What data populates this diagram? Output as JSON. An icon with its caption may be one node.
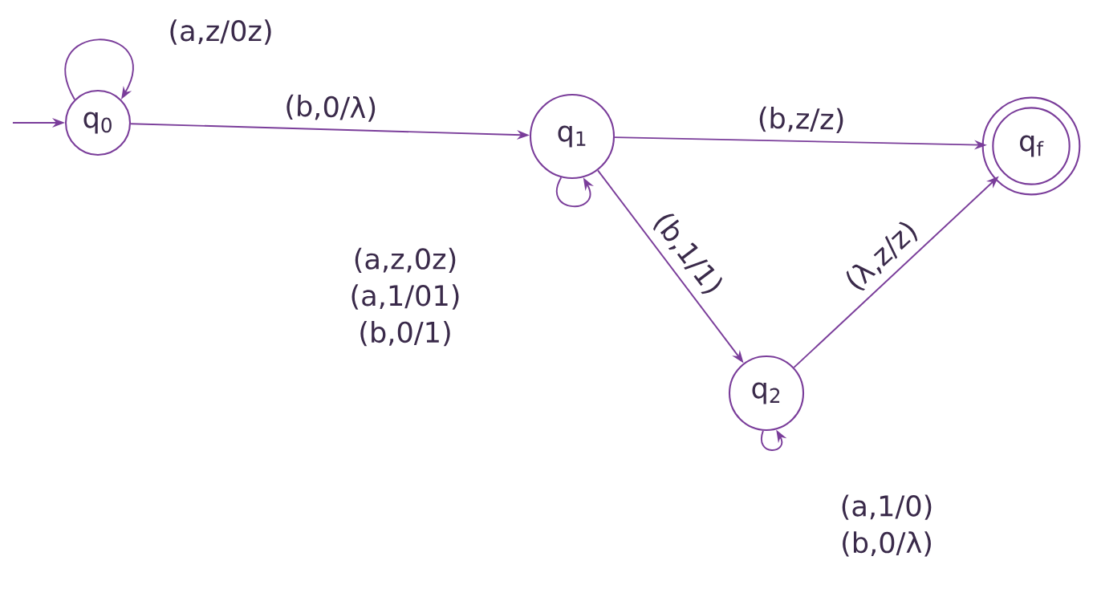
{
  "diagram": {
    "nodes": [
      {
        "text": [
          "q$_{0}$"
        ]
      },
      {
        "text": [
          "q$_{1}$"
        ]
      },
      {
        "text": [
          "q$_{f}$"
        ]
      },
      {
        "text": [
          "q$_{2}$"
        ]
      }
    ],
    "edges": [
      {
        "from": null,
        "to": 0,
        "arrow": "to"
      },
      {
        "from": 0,
        "to": 0,
        "arrow": "to",
        "label": "(a,z/0z)"
      },
      {
        "from": 0,
        "to": 1,
        "arrow": "to",
        "label": "(b,0/λ)"
      },
      {
        "from": 1,
        "to": 1,
        "arrow": "to",
        "label": "(a,z,0z) (a,1/01) (b,0/1)"
      },
      {
        "from": 1,
        "to": 2,
        "arrow": "to",
        "label": "(b,z/z)"
      },
      {
        "from": 1,
        "to": 3,
        "arrow": "to",
        "label": "(b,1/1)"
      },
      {
        "from": 3,
        "to": 2,
        "arrow": "to",
        "label": "(λ,z/z)"
      },
      {
        "from": 3,
        "to": 3,
        "arrow": "to",
        "label": "(a,1/0) (b,0/λ)"
      }
    ]
  }
}
